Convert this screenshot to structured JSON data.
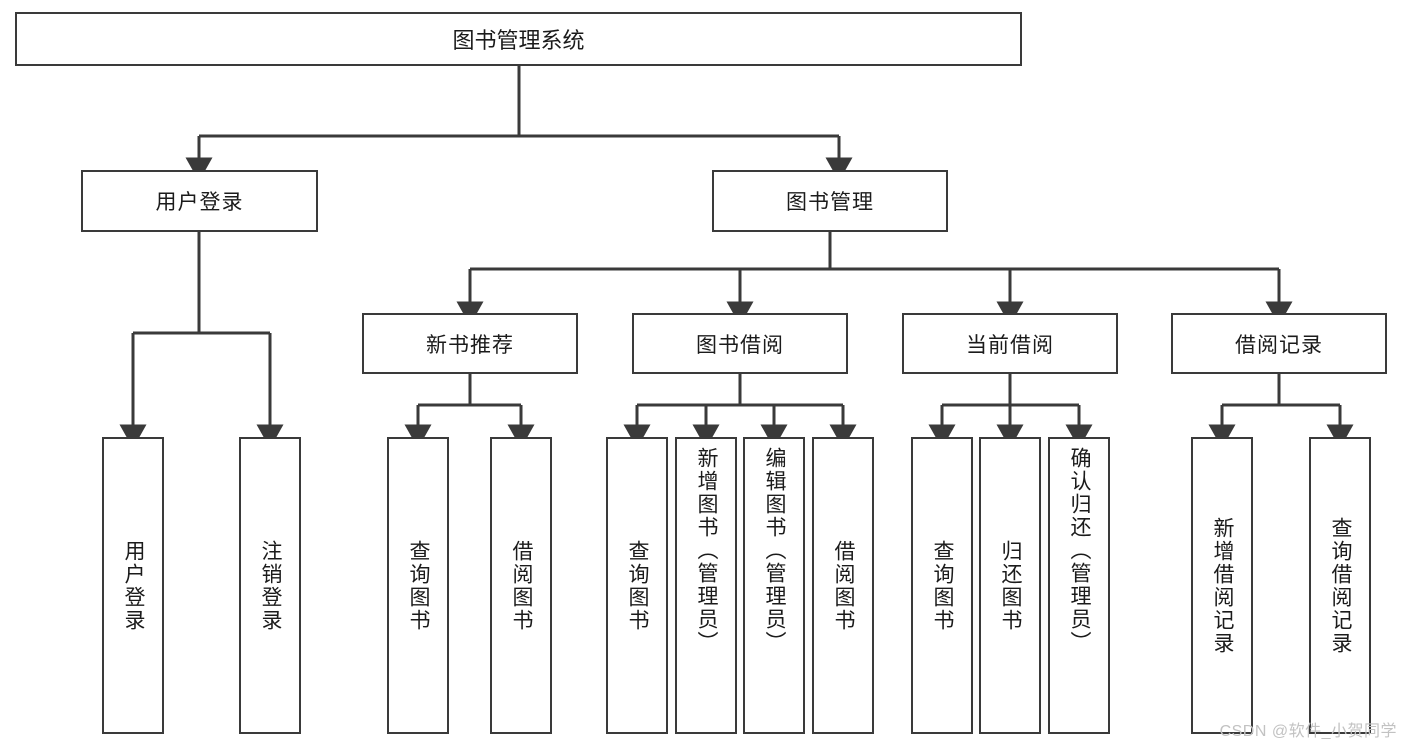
{
  "diagram": {
    "type": "tree-hierarchy",
    "title": "图书管理系统",
    "watermark": "CSDN @软件_小贺同学",
    "colors": {
      "box_border": "#3a3a3a",
      "box_fill": "#ffffff",
      "connector": "#3a3a3a",
      "text": "#1b1b1b",
      "watermark": "#c2c2c2"
    },
    "levels": {
      "level1": [
        {
          "id": "root",
          "label": "图书管理系统",
          "orientation": "horizontal"
        }
      ],
      "level2": [
        {
          "id": "user-login",
          "label": "用户登录",
          "orientation": "horizontal"
        },
        {
          "id": "book-manage",
          "label": "图书管理",
          "orientation": "horizontal"
        }
      ],
      "level3": [
        {
          "id": "new-book-rec",
          "label": "新书推荐",
          "orientation": "horizontal",
          "parent": "book-manage"
        },
        {
          "id": "book-borrow",
          "label": "图书借阅",
          "orientation": "horizontal",
          "parent": "book-manage"
        },
        {
          "id": "current-borrow",
          "label": "当前借阅",
          "orientation": "horizontal",
          "parent": "book-manage"
        },
        {
          "id": "borrow-record",
          "label": "借阅记录",
          "orientation": "horizontal",
          "parent": "book-manage"
        }
      ],
      "leaves": [
        {
          "id": "leaf-user-login",
          "label": "用户登录",
          "parent": "user-login"
        },
        {
          "id": "leaf-logout",
          "label": "注销登录",
          "parent": "user-login"
        },
        {
          "id": "leaf-query-book-1",
          "label": "查询图书",
          "parent": "new-book-rec"
        },
        {
          "id": "leaf-borrow-book-1",
          "label": "借阅图书",
          "parent": "new-book-rec"
        },
        {
          "id": "leaf-query-book-2",
          "label": "查询图书",
          "parent": "book-borrow"
        },
        {
          "id": "leaf-add-book",
          "label": "新增图书（管理员）",
          "parent": "book-borrow"
        },
        {
          "id": "leaf-edit-book",
          "label": "编辑图书（管理员）",
          "parent": "book-borrow"
        },
        {
          "id": "leaf-borrow-book-2",
          "label": "借阅图书",
          "parent": "book-borrow"
        },
        {
          "id": "leaf-query-book-3",
          "label": "查询图书",
          "parent": "current-borrow"
        },
        {
          "id": "leaf-return-book",
          "label": "归还图书",
          "parent": "current-borrow"
        },
        {
          "id": "leaf-confirm-return",
          "label": "确认归还（管理员）",
          "parent": "current-borrow"
        },
        {
          "id": "leaf-add-record",
          "label": "新增借阅记录",
          "parent": "borrow-record"
        },
        {
          "id": "leaf-query-record",
          "label": "查询借阅记录",
          "parent": "borrow-record"
        }
      ]
    }
  }
}
